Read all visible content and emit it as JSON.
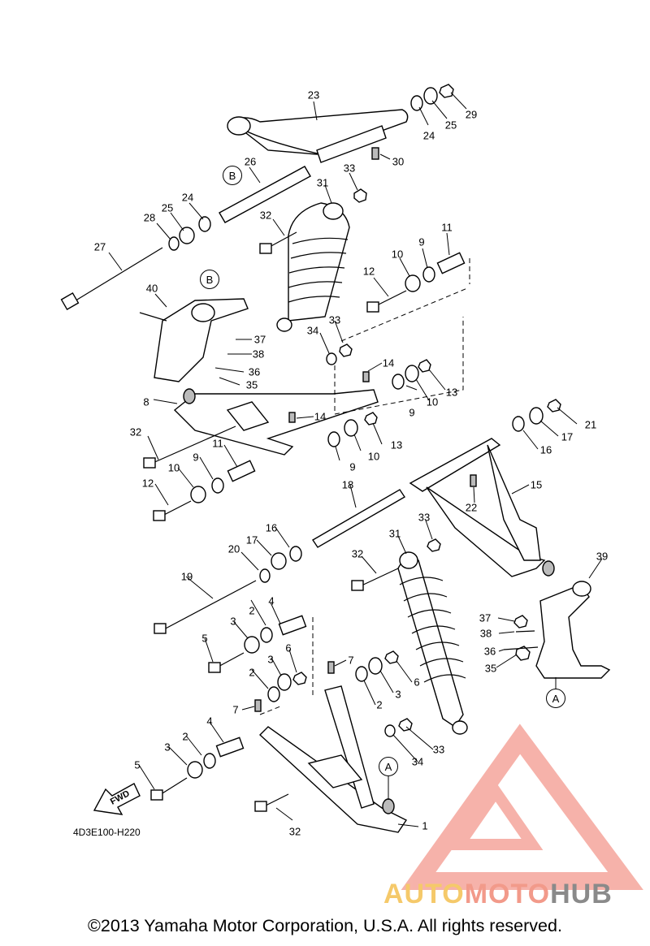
{
  "diagram_code": "4D3E100-H220",
  "copyright": "©2013 Yamaha Motor Corporation, U.S.A. All rights reserved.",
  "fwd_label": "FWD",
  "watermark": {
    "part1": "AUTO",
    "part2": "MOTO",
    "part3": "HUB",
    "colors": {
      "auto": "#f5c96a",
      "moto": "#f29a8a",
      "hub": "#8a8a8a",
      "logo": "#f4a095"
    }
  },
  "reference_markers": {
    "a": "A",
    "b": "B"
  },
  "callouts": {
    "c1": "1",
    "c2a": "2",
    "c2b": "2",
    "c2c": "2",
    "c2d": "2",
    "c3a": "3",
    "c3b": "3",
    "c3c": "3",
    "c3d": "3",
    "c4a": "4",
    "c4b": "4",
    "c5a": "5",
    "c5b": "5",
    "c6a": "6",
    "c6b": "6",
    "c7a": "7",
    "c7b": "7",
    "c8": "8",
    "c9a": "9",
    "c9b": "9",
    "c9c": "9",
    "c9d": "9",
    "c10a": "10",
    "c10b": "10",
    "c10c": "10",
    "c10d": "10",
    "c11a": "11",
    "c11b": "11",
    "c12a": "12",
    "c12b": "12",
    "c13a": "13",
    "c13b": "13",
    "c14a": "14",
    "c14b": "14",
    "c15": "15",
    "c16a": "16",
    "c16b": "16",
    "c17a": "17",
    "c17b": "17",
    "c18": "18",
    "c19": "19",
    "c20": "20",
    "c21": "21",
    "c22": "22",
    "c23": "23",
    "c24a": "24",
    "c24b": "24",
    "c25a": "25",
    "c25b": "25",
    "c26": "26",
    "c27": "27",
    "c28": "28",
    "c29": "29",
    "c30": "30",
    "c31a": "31",
    "c31b": "31",
    "c32a": "32",
    "c32b": "32",
    "c32c": "32",
    "c32d": "32",
    "c33a": "33",
    "c33b": "33",
    "c33c": "33",
    "c33d": "33",
    "c34a": "34",
    "c34b": "34",
    "c35a": "35",
    "c35b": "35",
    "c36a": "36",
    "c36b": "36",
    "c37a": "37",
    "c37b": "37",
    "c38a": "38",
    "c38b": "38",
    "c39": "39",
    "c40": "40"
  }
}
